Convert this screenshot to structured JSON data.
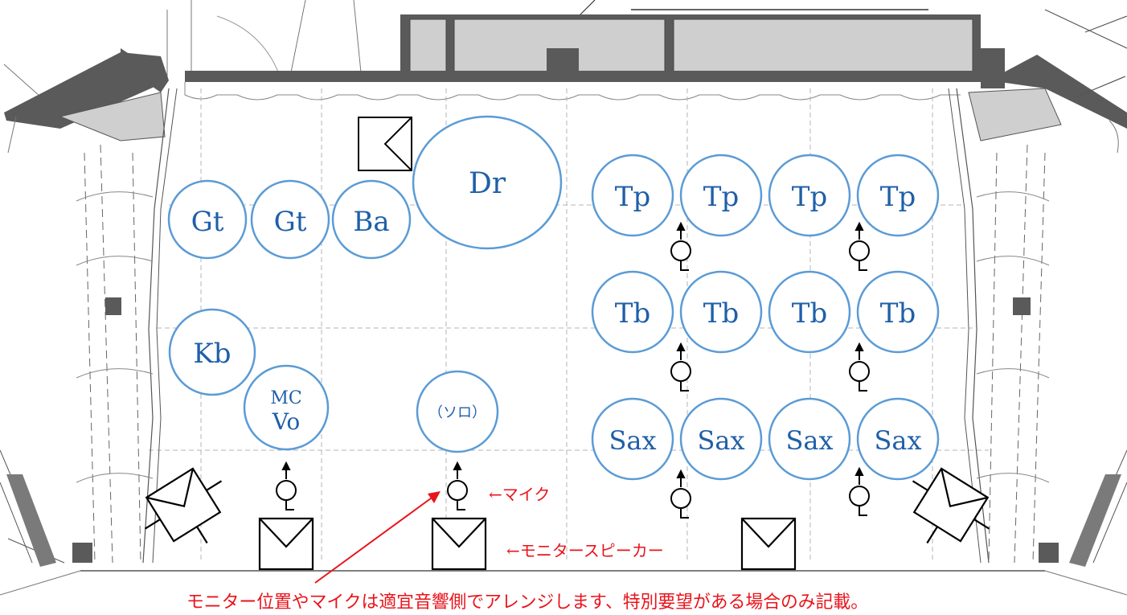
{
  "performers": [
    {
      "label": "Gt"
    },
    {
      "label": "Gt"
    },
    {
      "label": "Ba"
    },
    {
      "label": "Dr"
    },
    {
      "label": "Tp"
    },
    {
      "label": "Tp"
    },
    {
      "label": "Tp"
    },
    {
      "label": "Tp"
    },
    {
      "label": "Tb"
    },
    {
      "label": "Tb"
    },
    {
      "label": "Tb"
    },
    {
      "label": "Tb"
    },
    {
      "label": "Sax"
    },
    {
      "label": "Sax"
    },
    {
      "label": "Sax"
    },
    {
      "label": "Sax"
    },
    {
      "label": "Kb"
    },
    {
      "label": "MC",
      "label2": "Vo"
    },
    {
      "label": "（ソロ）"
    }
  ],
  "annotations": {
    "mic": "←マイク",
    "monitor": "←モニタースピーカー",
    "footer": "モニター位置やマイクは適宜音響側でアレンジします、特別要望がある場合のみ記載。"
  },
  "colors": {
    "circle_stroke": "#5b9bd5",
    "circle_text": "#1f5fa8",
    "note_text": "#e8141b",
    "wall_dark": "#595959",
    "wall_light": "#d0d0d0",
    "grid": "#b5b5b5"
  }
}
